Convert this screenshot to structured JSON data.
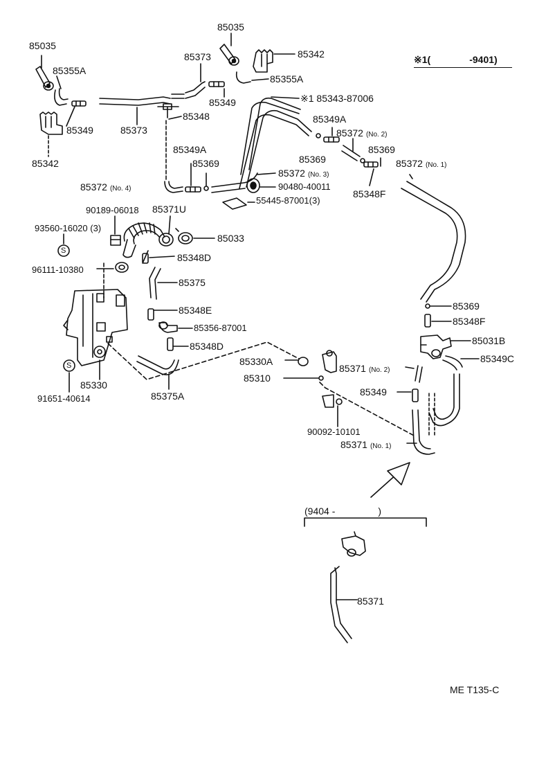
{
  "range_note": {
    "mark": "※1",
    "open": "(",
    "value": "-9401)"
  },
  "inset": {
    "open": "(9404 -",
    "close": ")"
  },
  "footer_code": "ME T135-C",
  "labels": {
    "p85035_left": "85035",
    "p85035_top": "85035",
    "p85355A_left": "85355A",
    "p85355A_right": "85355A",
    "p85373_top": "85373",
    "p85373_mid": "85373",
    "p85342_top": "85342",
    "p85342_left": "85342",
    "p85349_left": "85349",
    "p85349_top": "85349",
    "p85348": "85348",
    "p85343": "※1 85343-87006",
    "p85349A_right": "85349A",
    "p85372_no2": "85372",
    "p85372_no2_sub": "(No. 2)",
    "p85369_mid": "85369",
    "p85369_right": "85369",
    "p85372_no1": "85372",
    "p85372_no1_sub": "(No. 1)",
    "p85349A_left": "85349A",
    "p85369_left": "85369",
    "p85372_no3": "85372",
    "p85372_no3_sub": "(No. 3)",
    "p90480": "90480-40011",
    "p85348F_top": "85348F",
    "p85372_no4": "85372",
    "p85372_no4_sub": "(No. 4)",
    "p55445": "55445-87001(3)",
    "p90189": "90189-06018",
    "p85371U": "85371U",
    "p93560": "93560-16020 (3)",
    "p85033": "85033",
    "p85348D_top": "85348D",
    "p96111": "96111-10380",
    "p85375": "85375",
    "p85348E": "85348E",
    "p85356": "85356-87001",
    "p85348D_bottom": "85348D",
    "p85369_low": "85369",
    "p85348F_low": "85348F",
    "p85031B": "85031B",
    "p85349C": "85349C",
    "p85330A": "85330A",
    "p85310": "85310",
    "p85371_no2": "85371",
    "p85371_no2_sub": "(No. 2)",
    "p85330": "85330",
    "p85375A": "85375A",
    "p91651": "91651-40614",
    "p85349_low": "85349",
    "p90092": "90092-10101",
    "p85371_no1": "85371",
    "p85371_no1_sub": "(No. 1)",
    "p85371_inset": "85371"
  }
}
